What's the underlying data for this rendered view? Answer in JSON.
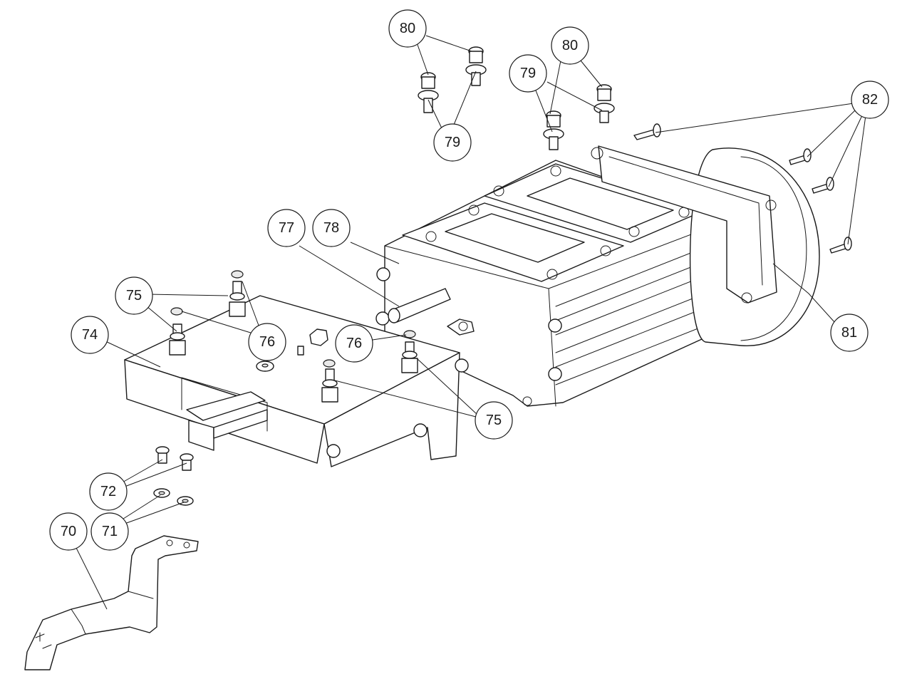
{
  "callouts": [
    {
      "id": "c80a",
      "label": "80"
    },
    {
      "id": "c80b",
      "label": "80"
    },
    {
      "id": "c79a",
      "label": "79"
    },
    {
      "id": "c79b",
      "label": "79"
    },
    {
      "id": "c82",
      "label": "82"
    },
    {
      "id": "c77",
      "label": "77"
    },
    {
      "id": "c78",
      "label": "78"
    },
    {
      "id": "c75a",
      "label": "75"
    },
    {
      "id": "c75b",
      "label": "75"
    },
    {
      "id": "c74",
      "label": "74"
    },
    {
      "id": "c76a",
      "label": "76"
    },
    {
      "id": "c76b",
      "label": "76"
    },
    {
      "id": "c81",
      "label": "81"
    },
    {
      "id": "c72",
      "label": "72"
    },
    {
      "id": "c71",
      "label": "71"
    },
    {
      "id": "c70",
      "label": "70"
    }
  ]
}
